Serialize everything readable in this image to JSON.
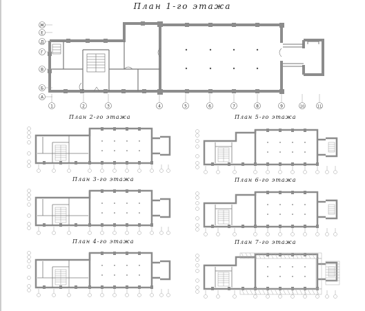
{
  "titles": {
    "floor1": "План 1-го этажа",
    "floor2": "План 2-го этажа",
    "floor3": "План 3-го этажа",
    "floor4": "План 4-го этажа",
    "floor5": "План 5-го этажа",
    "floor6": "План 6-го этажа",
    "floor7": "План 7-го этажа"
  },
  "axes": {
    "rows": [
      "Ж",
      "Е",
      "Д",
      "Г",
      "В",
      "Б",
      "А"
    ],
    "columns": [
      "1",
      "2",
      "3",
      "4",
      "5",
      "6",
      "7",
      "8",
      "9",
      "10",
      "11"
    ]
  },
  "colors": {
    "wall": "#8c8c8c",
    "line": "#555555",
    "hatch": "#b8b8b8"
  }
}
